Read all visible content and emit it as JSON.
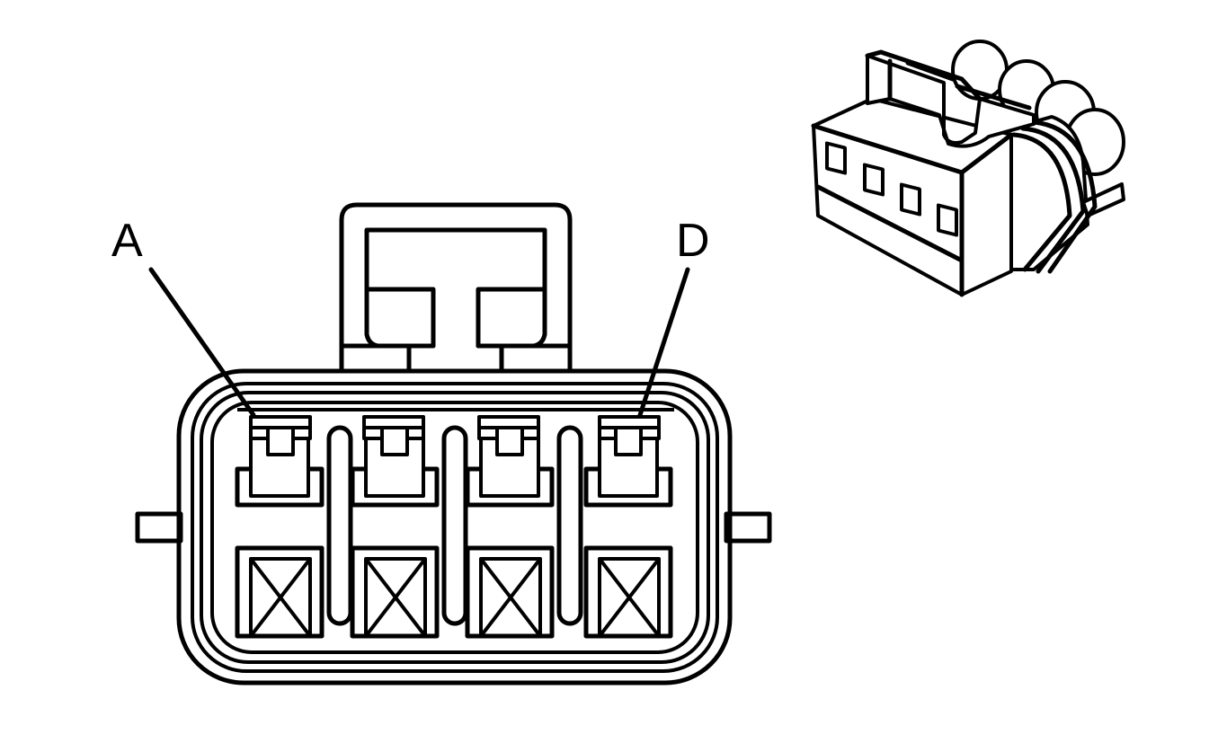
{
  "labels": {
    "pin_first": "A",
    "pin_last": "D"
  },
  "connector": {
    "cavity_count": 4
  }
}
